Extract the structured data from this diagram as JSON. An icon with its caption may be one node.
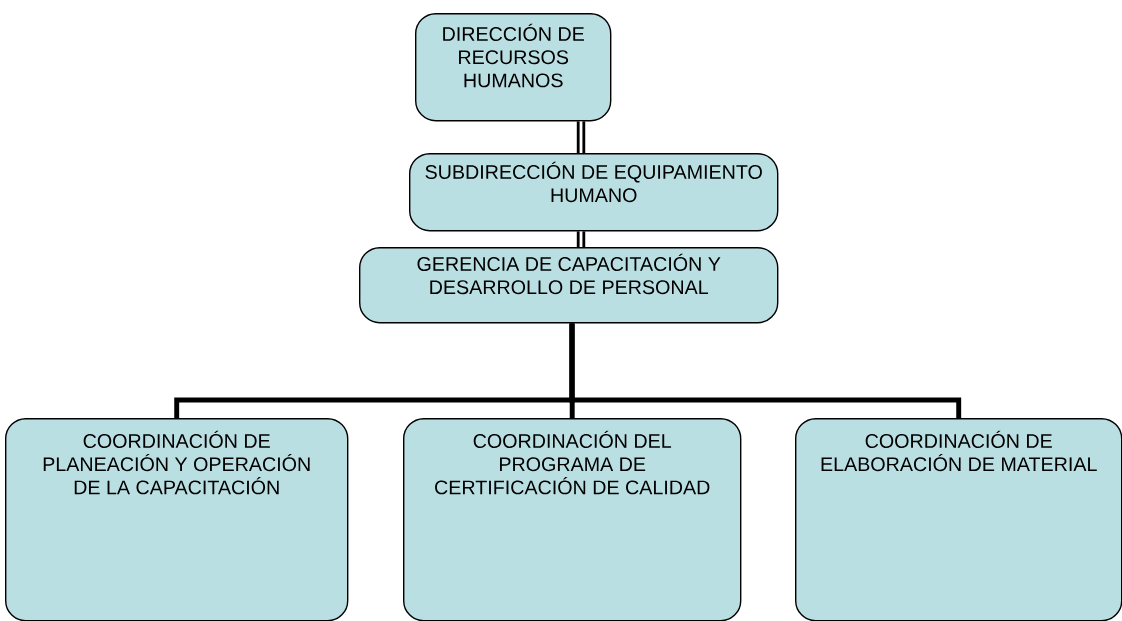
{
  "diagram": {
    "nodes": [
      {
        "text": [
          "DIRECCIÓN DE RECURSOS HUMANOS"
        ]
      },
      {
        "text": [
          "SUBDIRECCIÓN  DE EQUIPAMIENTO HUMANO"
        ]
      },
      {
        "text": [
          "GERENCIA DE CAPACITACIÓN Y DESARROLLO DE PERSONAL"
        ]
      },
      {
        "text": [
          "COORDINACIÓN DE PLANEACIÓN Y OPERACIÓN DE LA CAPACITACIÓN"
        ]
      },
      {
        "text": [
          "COORDINACIÓN DEL PROGRAMA DE CERTIFICACIÓN DE CALIDAD"
        ]
      },
      {
        "text": [
          "COORDINACIÓN DE ELABORACIÓN DE MATERIAL"
        ]
      }
    ],
    "edges": [
      {
        "from": 0,
        "to": 1,
        "arrow": "none"
      },
      {
        "from": 1,
        "to": 2,
        "arrow": "none"
      },
      {
        "from": 2,
        "to": 3,
        "arrow": "none"
      },
      {
        "from": 2,
        "to": 4,
        "arrow": "none"
      },
      {
        "from": 2,
        "to": 5,
        "arrow": "none"
      }
    ]
  }
}
